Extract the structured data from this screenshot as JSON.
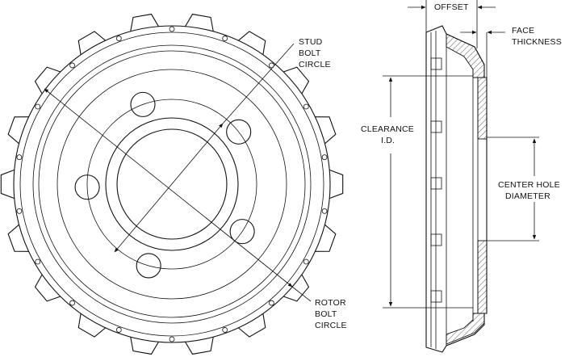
{
  "labels": {
    "offset": "OFFSET",
    "stud_bolt_circle": [
      "STUD",
      "BOLT",
      "CIRCLE"
    ],
    "face_thickness": [
      "FACE",
      "THICKNESS"
    ],
    "clearance_id": [
      "CLEARANCE",
      "I.D."
    ],
    "center_hole_diameter": [
      "CENTER HOLE",
      "DIAMETER"
    ],
    "rotor_bolt_circle": [
      "ROTOR",
      "BOLT",
      "CIRCLE"
    ]
  },
  "colors": {
    "ink": "#111111",
    "background": "#ffffff"
  }
}
